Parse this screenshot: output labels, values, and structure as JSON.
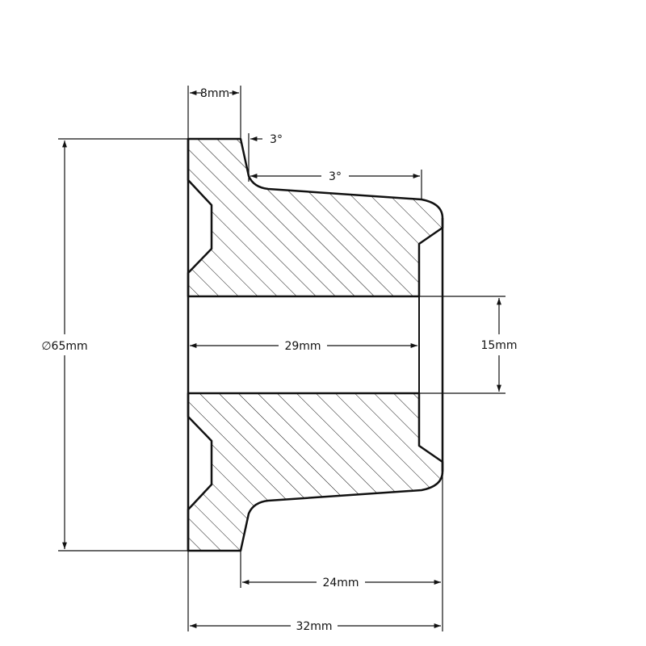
{
  "drawing": {
    "title": "Flanged bushing cross-section",
    "dimensions": {
      "flange_thickness": "8mm",
      "flange_draft_angle": "3°",
      "body_taper_angle": "3°",
      "outer_diameter": "∅65mm",
      "bore_length": "29mm",
      "bore_diameter": "15mm",
      "body_length": "24mm",
      "overall_length": "32mm"
    },
    "colors": {
      "line": "#111111",
      "background": "#ffffff"
    }
  }
}
